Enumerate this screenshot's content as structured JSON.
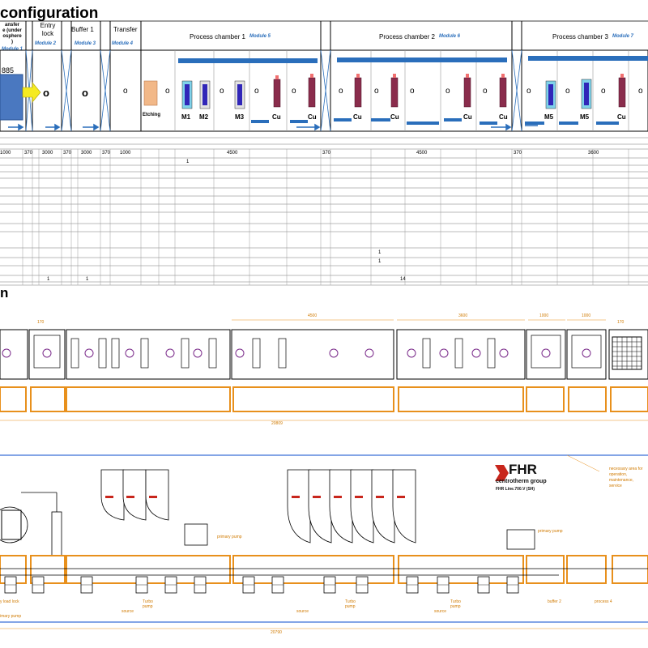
{
  "titles": {
    "configuration": "configuration",
    "section2": "n"
  },
  "modules": [
    {
      "key": "m1",
      "name": "ansfer\ne (under\nosphere\n)",
      "module": "Module 1"
    },
    {
      "key": "m2",
      "name": "Entry\nlock",
      "module": "Module 2"
    },
    {
      "key": "m3",
      "name": "Buffer 1",
      "module": "Module 3"
    },
    {
      "key": "m4",
      "name": "Transfer",
      "module": "Module 4"
    },
    {
      "key": "m5",
      "name": "Process chamber 1",
      "module": "Module 5"
    },
    {
      "key": "m6",
      "name": "Process chamber 2",
      "module": "Module 6"
    },
    {
      "key": "m7",
      "name": "Process chamber 3",
      "module": "Module 7"
    }
  ],
  "carrier_label": "885",
  "o_marks": [
    "o",
    "o",
    "o",
    "o",
    "o",
    "o",
    "o",
    "o",
    "o",
    "o",
    "o",
    "o",
    "o",
    "o",
    "o",
    "o"
  ],
  "station_labels": [
    "Etching",
    "M1",
    "M2",
    "M3",
    "Cu",
    "Cu",
    "Cu",
    "Cu",
    "Cu",
    "Cu",
    "M5",
    "M5",
    "Cu"
  ],
  "dimensions_row": [
    "1000",
    "370",
    "3000",
    "370",
    "3000",
    "370",
    "1000",
    "4500",
    "370",
    "4500",
    "370",
    "3600"
  ],
  "sum_row": {
    "a": "1",
    "b": "1",
    "c": "14"
  },
  "merged_one": [
    "1",
    "1"
  ],
  "drawing": {
    "top_dims": [
      "170",
      "4500",
      "3600",
      "1000",
      "1000",
      "170"
    ],
    "overall_top": "20809",
    "overall_bottom": "20790",
    "brand": "FHR",
    "brand_sub": "centrotherm group",
    "brand_line": "FHR Line.700.V (SH)",
    "note_lines": [
      "necessary area for",
      "operation,",
      "maintenance,",
      "service"
    ],
    "primary_pump": "primary pump",
    "labels_bottom": [
      "y load lock",
      "imary pump",
      "source",
      "Turbo\npump",
      "source",
      "Turbo\npump",
      "source",
      "Turbo\npump",
      "buffer 2",
      "process 4"
    ]
  },
  "colors": {
    "module_blue": "#2a6ebb",
    "orange": "#e8901c",
    "dark_blue": "#1f3c88",
    "frame_blue": "#3b6fd6",
    "red": "#c8261c"
  }
}
